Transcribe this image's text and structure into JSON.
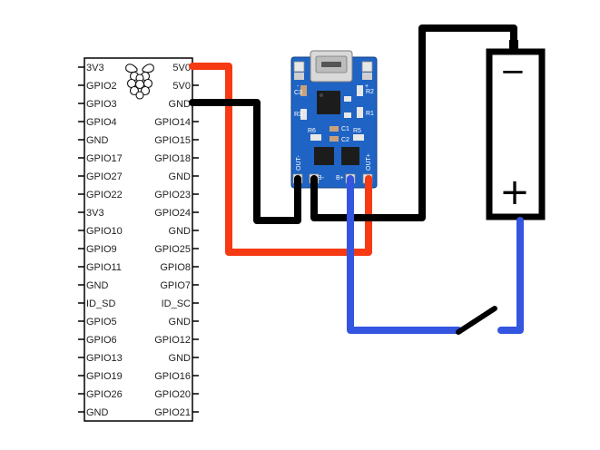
{
  "colors": {
    "red_wire": "#f53a14",
    "black_wire": "#000000",
    "blue_wire": "#3355e0",
    "board": "#1f64c4",
    "board_dark": "#174f9e"
  },
  "icons": [
    "raspberry-pi-logo-icon",
    "micro-usb-port-icon",
    "switch-icon",
    "battery-icon"
  ],
  "pi_header": {
    "left_pins": [
      "3V3",
      "GPIO2",
      "GPIO3",
      "GPIO4",
      "GND",
      "GPIO17",
      "GPIO27",
      "GPIO22",
      "3V3",
      "GPIO10",
      "GPIO9",
      "GPIO11",
      "GND",
      "ID_SD",
      "GPIO5",
      "GPIO6",
      "GPIO13",
      "GPIO19",
      "GPIO26",
      "GND"
    ],
    "right_pins": [
      "5V0",
      "5V0",
      "GND",
      "GPIO14",
      "GPIO15",
      "GPIO18",
      "GND",
      "GPIO23",
      "GPIO24",
      "GND",
      "GPIO25",
      "GPIO8",
      "GPIO7",
      "ID_SC",
      "GND",
      "GPIO12",
      "GND",
      "GPIO16",
      "GPIO20",
      "GPIO21"
    ]
  },
  "charger_board": {
    "in_minus": "-",
    "in_plus": "+",
    "out_minus": "OUT-",
    "out_plus": "OUT+",
    "b_minus": "B-",
    "b_plus": "B+",
    "components": [
      "R6",
      "R5",
      "C1",
      "C2",
      "C3",
      "R3",
      "R2",
      "R1"
    ]
  },
  "battery": {
    "minus": "−",
    "plus": "+"
  }
}
